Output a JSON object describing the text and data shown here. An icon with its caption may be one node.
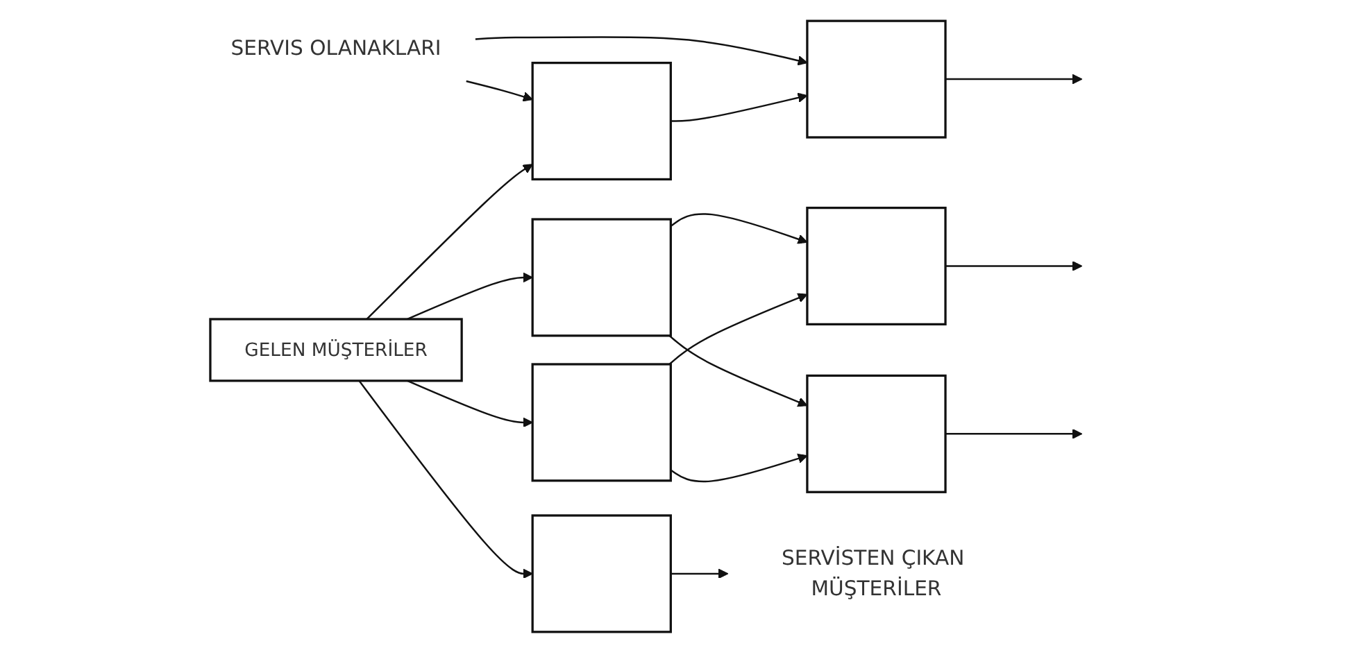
{
  "diagram": {
    "nodes": [
      {
        "text": [
          "SERVIS OLANAKLARI"
        ]
      },
      {
        "text": [
          "GELEN MÜŞTERİLER"
        ]
      },
      {
        "text": [],
        "shape": "box"
      },
      {
        "text": [],
        "shape": "box"
      },
      {
        "text": [],
        "shape": "box"
      },
      {
        "text": [],
        "shape": "box"
      },
      {
        "text": [],
        "shape": "box"
      },
      {
        "text": [],
        "shape": "box"
      },
      {
        "text": [],
        "shape": "box"
      },
      {
        "text": [
          "SERVİSTEN ÇIKAN MÜŞTERİLER"
        ]
      }
    ],
    "edges": [
      {
        "from": 0,
        "to": 2,
        "arrow": "to"
      },
      {
        "from": 0,
        "to": 3,
        "arrow": "to"
      },
      {
        "from": 1,
        "to": 2,
        "arrow": "to"
      },
      {
        "from": 1,
        "to": 4,
        "arrow": "to"
      },
      {
        "from": 1,
        "to": 5,
        "arrow": "to"
      },
      {
        "from": 1,
        "to": 8,
        "arrow": "to"
      },
      {
        "from": 2,
        "to": 3,
        "arrow": "to"
      },
      {
        "from": 3,
        "to": null,
        "arrow": "to"
      },
      {
        "from": 4,
        "to": 9,
        "arrow": "to"
      },
      {
        "from": 5,
        "to": 6,
        "arrow": "to"
      },
      {
        "from": 5,
        "to": 7,
        "arrow": "to"
      },
      {
        "from": 8,
        "to": 6,
        "arrow": "to"
      },
      {
        "from": 8,
        "to": 7,
        "arrow": "to"
      },
      {
        "from": 6,
        "to": null,
        "arrow": "to"
      },
      {
        "from": 7,
        "to": null,
        "arrow": "to"
      }
    ]
  }
}
